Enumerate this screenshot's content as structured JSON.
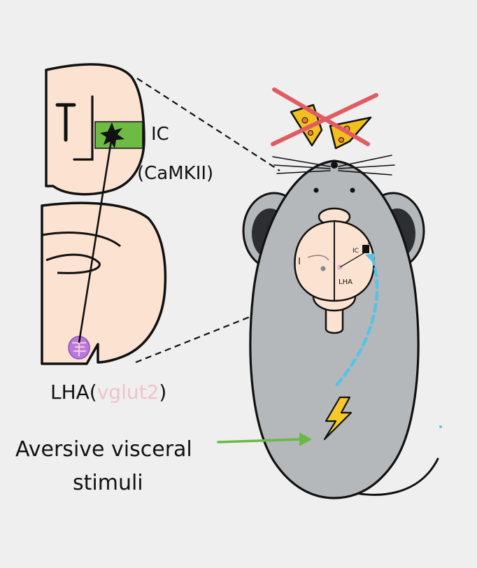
{
  "labels": {
    "ic": "IC",
    "camkii": "(CaMKII)",
    "lha_prefix": "LHA(",
    "vglut": "vglut2",
    "lha_suffix": ")",
    "aversive_line1": "Aversive visceral",
    "aversive_line2": "stimuli",
    "brain_ic": "IC",
    "brain_lha": "LHA"
  },
  "icons": {
    "crossed_food": "cheese-crossed-icon",
    "lightning": "lightning-bolt-icon",
    "neuron": "neuron-star-icon"
  },
  "colors": {
    "background": "#efefef",
    "tissue": "#fce3d1",
    "ic_region": "#6dbb44",
    "lha_region": "#b978e0",
    "mouse_body": "#b4b8ba",
    "mouse_ear_inner": "#2d2e31",
    "cross": "#e15b63",
    "cheese": "#f2c01e",
    "cheese_hole": "#e6783a",
    "dashed_path": "#57c2e8",
    "arrow": "#6bb847",
    "bolt": "#f7c829",
    "vglut_text": "#f0c2cd",
    "outline": "#111111"
  }
}
